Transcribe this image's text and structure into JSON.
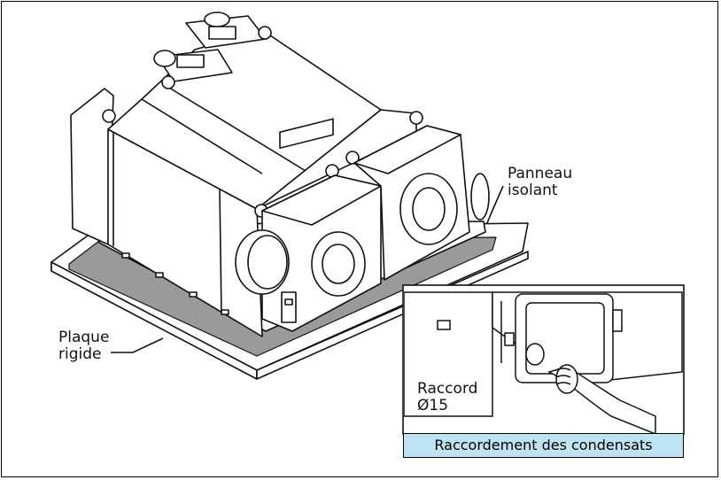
{
  "labels": {
    "panneau_line1": "Panneau",
    "panneau_line2": "isolant",
    "plaque_line1": "Plaque",
    "plaque_line2": "rigide",
    "raccord_line1": "Raccord",
    "raccord_line2": "Ø15"
  },
  "inset": {
    "caption": "Raccordement des condensats"
  },
  "colors": {
    "caption_background": "#bfe3f2",
    "insulation_strip": "#9a9a9a",
    "line": "#111111"
  }
}
